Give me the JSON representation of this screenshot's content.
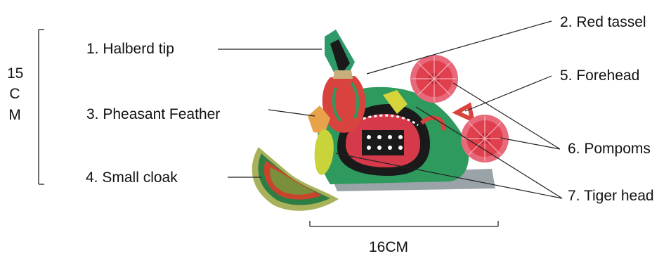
{
  "labels": {
    "halberd_tip": "1. Halberd tip",
    "red_tassel": "2. Red tassel",
    "pheasant_feather": "3. Pheasant Feather",
    "small_cloak": "4. Small cloak",
    "forehead": "5. Forehead",
    "pompoms": "6. Pompoms",
    "tiger_head": "7. Tiger head"
  },
  "dimensions": {
    "height_chars": [
      "15",
      "C",
      "M"
    ],
    "width": "16CM"
  }
}
